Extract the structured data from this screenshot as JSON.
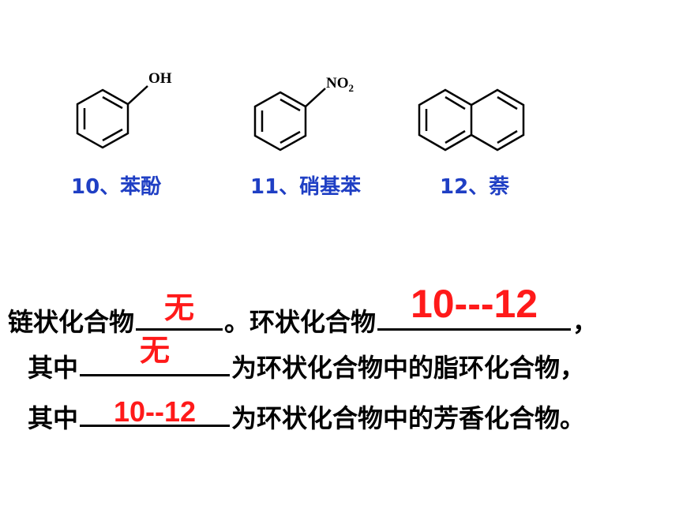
{
  "molecules": [
    {
      "substituent": "OH",
      "caption": "10、苯酚"
    },
    {
      "substituent": "NO",
      "substituent_sub": "2",
      "caption": "11、硝基苯"
    },
    {
      "caption": "12、萘"
    }
  ],
  "sentence1": {
    "prefix": "链状化合物",
    "answer1": "无",
    "middle": "。环状化合物",
    "answer2": "10---12",
    "suffix": "，"
  },
  "sentence2": {
    "prefix": "其中",
    "answer": "无",
    "suffix": "为环状化合物中的脂环化合物，"
  },
  "sentence3": {
    "prefix": "其中",
    "answer": "10--12",
    "suffix": "为环状化合物中的芳香化合物。"
  },
  "colors": {
    "caption": "#1f3fc4",
    "answer": "#ff1a1a",
    "text": "#000000"
  }
}
